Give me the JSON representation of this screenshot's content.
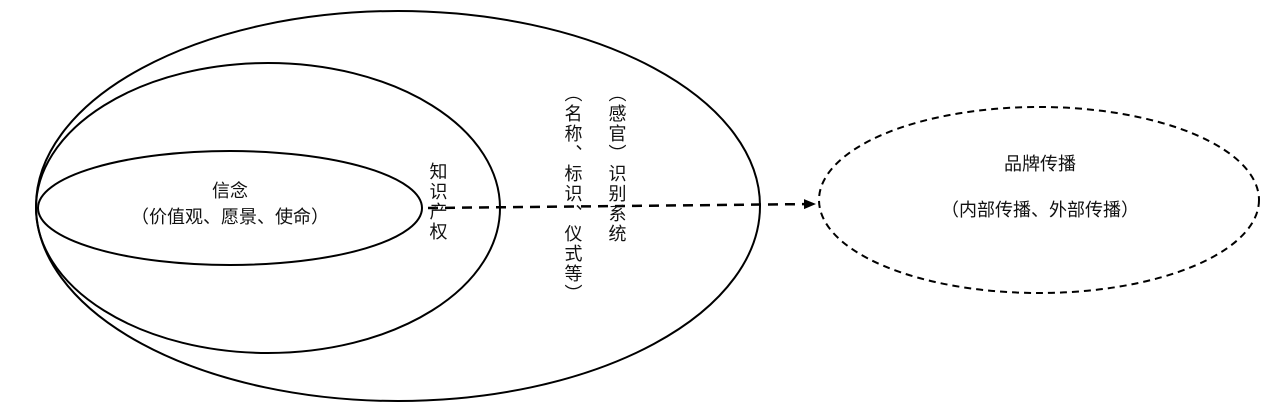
{
  "inner": {
    "title": "信念",
    "subtitle": "（价值观、愿景、使命）"
  },
  "middle": {
    "label": "知识产权"
  },
  "outer": {
    "column1": "（名称、标识、仪式等）",
    "column2": "（感官）识别系统"
  },
  "brand": {
    "title": "品牌传播",
    "subtitle": "（内部传播、外部传播）"
  }
}
